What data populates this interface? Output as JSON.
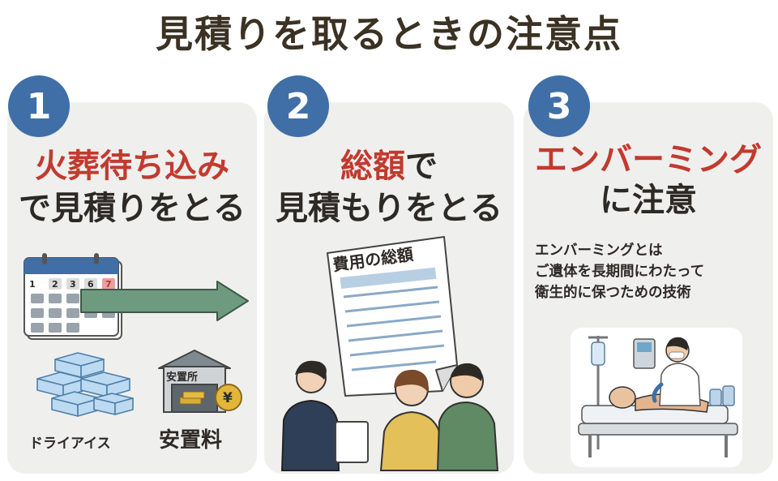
{
  "title": "見積りを取るときの注意点",
  "cards": [
    {
      "number": "1",
      "heading_line1_red": "火葬待ち込み",
      "heading_line2": "で見積りをとる",
      "calendar_days": [
        "1",
        "2",
        "3",
        "6",
        "7"
      ],
      "dry_ice_label": "ドライアイス",
      "morgue_sign": "安置所",
      "yen_symbol": "¥",
      "morgue_fee_label": "安置料"
    },
    {
      "number": "2",
      "heading_line1_red": "総額",
      "heading_line1_dark": "で",
      "heading_line2": "見積もりをとる",
      "document_title": "費用の総額"
    },
    {
      "number": "3",
      "heading_line1_red": "エンバーミング",
      "heading_line2": "に注意",
      "description": [
        "エンバーミングとは",
        "ご遺体を長期間にわたって",
        "衛生的に保つための技術"
      ]
    }
  ],
  "colors": {
    "badge": "#3f6fa6",
    "accent_red": "#c23a2e",
    "arrow_green": "#6e9a80",
    "card_bg": "#efefee"
  }
}
